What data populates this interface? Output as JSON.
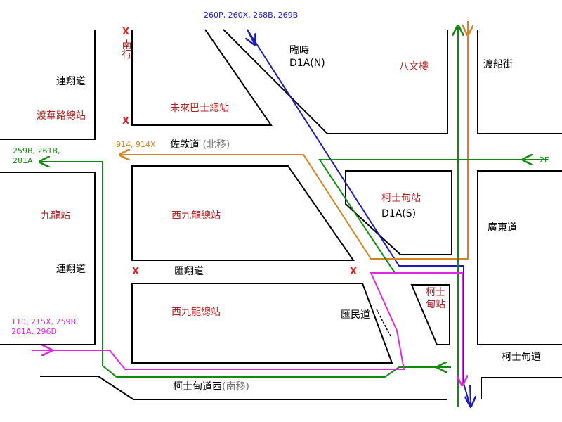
{
  "colors": {
    "road": "#000000",
    "station": "#b22222",
    "closure": "#dd2222",
    "note": "#777777",
    "blue_route": "#1c1cb4",
    "orange_route": "#d58222",
    "green_route": "#108a10",
    "magenta_route": "#e028e0"
  },
  "roads": {
    "lin_cheung_top": "連翔道",
    "lin_cheung_bottom": "連翔道",
    "jordan_road": "佐敦道",
    "jordan_note": "(北移)",
    "wui_cheung_road": "匯翔道",
    "wui_man_road": "匯民道",
    "ferry_street": "渡船街",
    "canton_road": "廣東道",
    "austin_road_west": "柯士甸道西",
    "austin_road_west_note": "(南移)",
    "austin_road": "柯士甸道",
    "southbound": "南行"
  },
  "stations": {
    "ferry_road": "渡華路總站",
    "future_bus_terminus": "未來巴士總站",
    "kowloon_station": "九龍站",
    "west_kowloon_north": "西九龍總站",
    "west_kowloon_south": "西九龍總站",
    "pak_man_lau": "八文樓",
    "austin_station": "柯士甸站",
    "austin_small": "柯士甸站"
  },
  "stops": {
    "temp_label": "臨時",
    "d1a_n": "D1A(N)",
    "d1a_s": "D1A(S)"
  },
  "routes": {
    "blue": "260P, 260X, 268B, 269B",
    "orange": "914, 914X",
    "green_west": "259B, 261B,\n281A",
    "green_east": "2E",
    "magenta": "110, 215X, 259B,\n281A, 296D"
  },
  "closures": {
    "mark": "X"
  }
}
